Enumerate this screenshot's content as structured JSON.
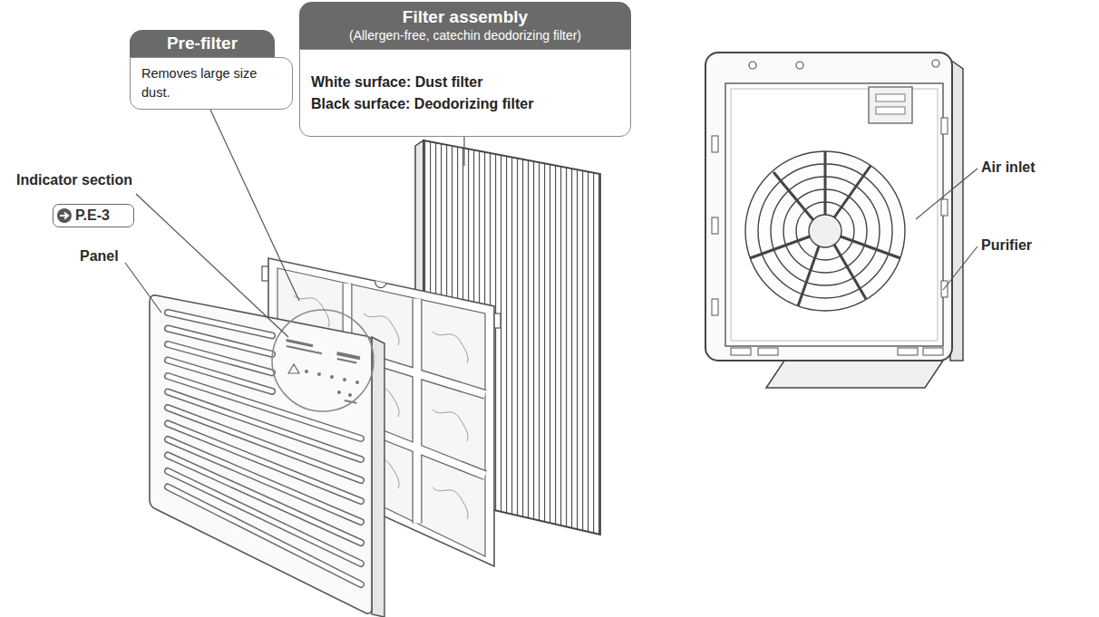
{
  "diagram": {
    "nodes": [
      {
        "text": [
          "Pre-filter",
          "Removes large size dust."
        ]
      },
      {
        "text": [
          "Filter assembly",
          "(Allergen-free, catechin deodorizing filter)",
          "White surface: Dust filter",
          "Black surface: Deodorizing filter"
        ]
      },
      {
        "text": [
          "P.E-3"
        ]
      }
    ],
    "labels": [
      "Indicator section",
      "Panel",
      "Air inlet",
      "Purifier"
    ]
  }
}
